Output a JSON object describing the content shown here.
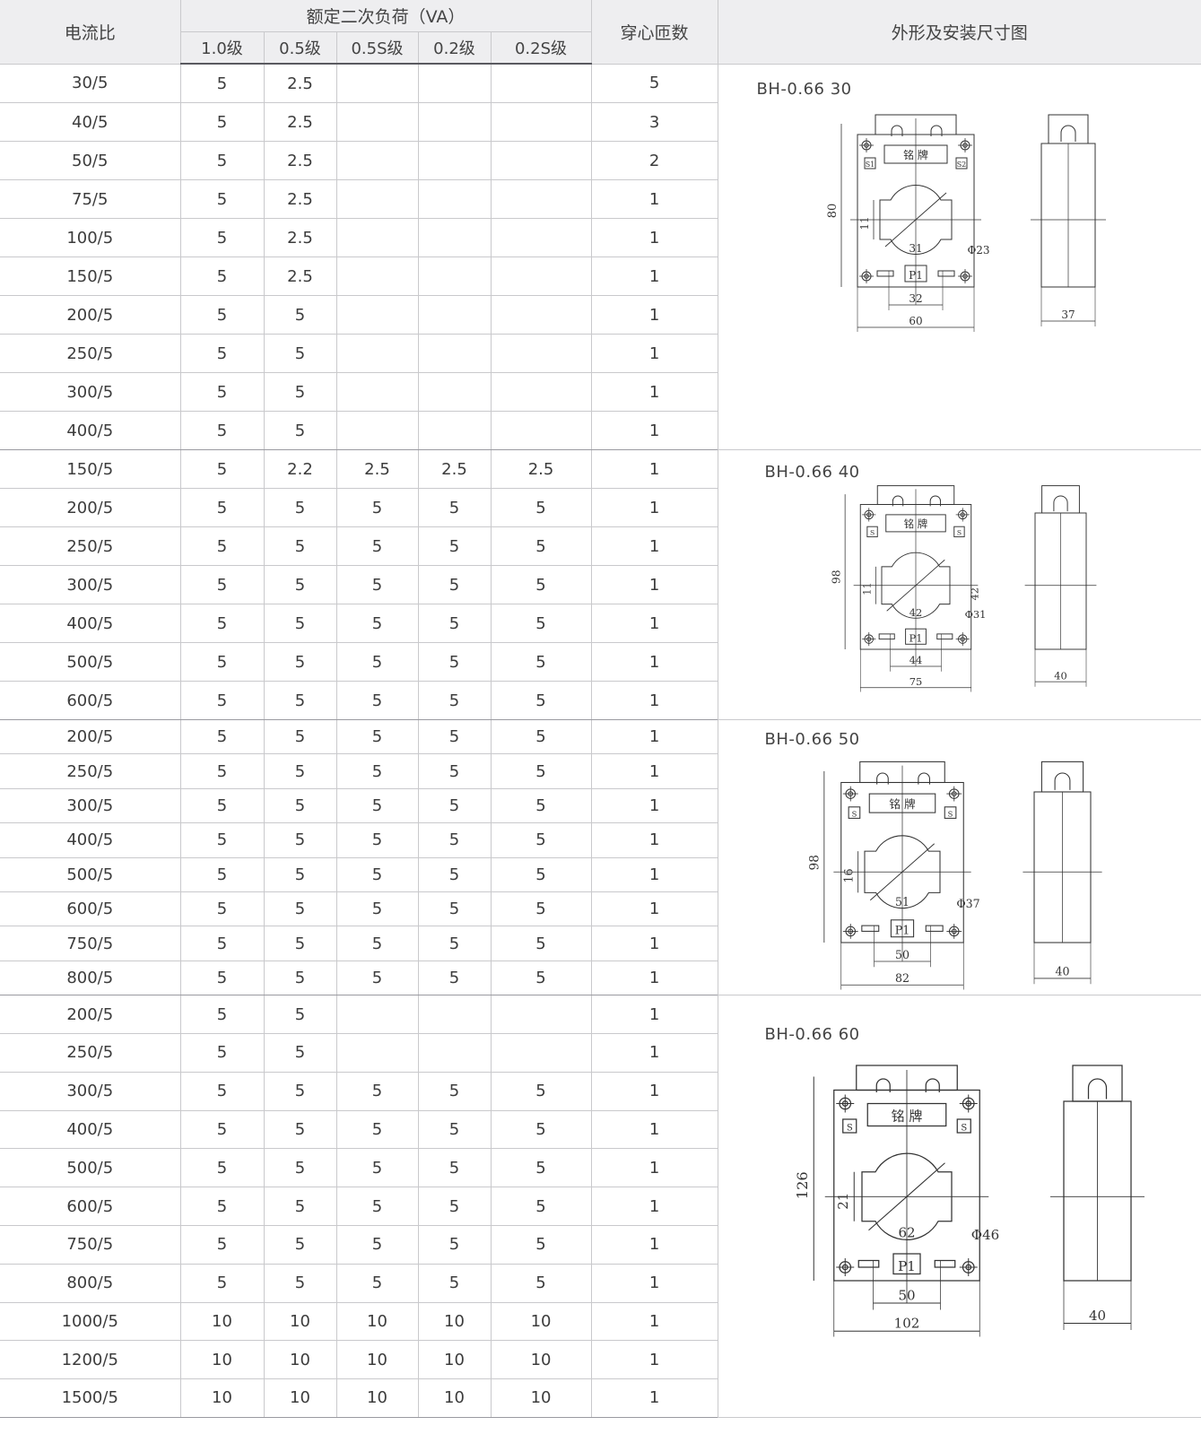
{
  "header": {
    "ratio": "电流比",
    "burden": "额定二次负荷（VA）",
    "classes": [
      "1.0级",
      "0.5级",
      "0.5S级",
      "0.2级",
      "0.2S级"
    ],
    "turns": "穿心匝数",
    "dims": "外形及安装尺寸图"
  },
  "groups": [
    {
      "model": "BH-0.66 30",
      "rows": [
        [
          "30/5",
          "5",
          "2.5",
          "",
          "",
          "",
          "5"
        ],
        [
          "40/5",
          "5",
          "2.5",
          "",
          "",
          "",
          "3"
        ],
        [
          "50/5",
          "5",
          "2.5",
          "",
          "",
          "",
          "2"
        ],
        [
          "75/5",
          "5",
          "2.5",
          "",
          "",
          "",
          "1"
        ],
        [
          "100/5",
          "5",
          "2.5",
          "",
          "",
          "",
          "1"
        ],
        [
          "150/5",
          "5",
          "2.5",
          "",
          "",
          "",
          "1"
        ],
        [
          "200/5",
          "5",
          "5",
          "",
          "",
          "",
          "1"
        ],
        [
          "250/5",
          "5",
          "5",
          "",
          "",
          "",
          "1"
        ],
        [
          "300/5",
          "5",
          "5",
          "",
          "",
          "",
          "1"
        ],
        [
          "400/5",
          "5",
          "5",
          "",
          "",
          "",
          "1"
        ]
      ],
      "dims": {
        "height": "80",
        "window": "11",
        "slot": "31",
        "hole": "Φ23",
        "mount": "32",
        "width": "60",
        "depth": "37",
        "plate": "铭 牌",
        "s1": "S1",
        "s2": "S2",
        "p1": "P1"
      }
    },
    {
      "model": "BH-0.66 40",
      "rows": [
        [
          "150/5",
          "5",
          "2.2",
          "2.5",
          "2.5",
          "2.5",
          "1"
        ],
        [
          "200/5",
          "5",
          "5",
          "5",
          "5",
          "5",
          "1"
        ],
        [
          "250/5",
          "5",
          "5",
          "5",
          "5",
          "5",
          "1"
        ],
        [
          "300/5",
          "5",
          "5",
          "5",
          "5",
          "5",
          "1"
        ],
        [
          "400/5",
          "5",
          "5",
          "5",
          "5",
          "5",
          "1"
        ],
        [
          "500/5",
          "5",
          "5",
          "5",
          "5",
          "5",
          "1"
        ],
        [
          "600/5",
          "5",
          "5",
          "5",
          "5",
          "5",
          "1"
        ]
      ],
      "dims": {
        "height": "98",
        "window": "11",
        "slot": "42",
        "hole": "Φ31",
        "side": "42",
        "mount": "44",
        "width": "75",
        "depth": "40",
        "plate": "铭 牌",
        "s1": "S",
        "s2": "S",
        "p1": "P1"
      }
    },
    {
      "model": "BH-0.66 50",
      "rows": [
        [
          "200/5",
          "5",
          "5",
          "5",
          "5",
          "5",
          "1"
        ],
        [
          "250/5",
          "5",
          "5",
          "5",
          "5",
          "5",
          "1"
        ],
        [
          "300/5",
          "5",
          "5",
          "5",
          "5",
          "5",
          "1"
        ],
        [
          "400/5",
          "5",
          "5",
          "5",
          "5",
          "5",
          "1"
        ],
        [
          "500/5",
          "5",
          "5",
          "5",
          "5",
          "5",
          "1"
        ],
        [
          "600/5",
          "5",
          "5",
          "5",
          "5",
          "5",
          "1"
        ],
        [
          "750/5",
          "5",
          "5",
          "5",
          "5",
          "5",
          "1"
        ],
        [
          "800/5",
          "5",
          "5",
          "5",
          "5",
          "5",
          "1"
        ]
      ],
      "dims": {
        "height": "98",
        "window": "16",
        "slot": "51",
        "hole": "Φ37",
        "mount": "50",
        "width": "82",
        "depth": "40",
        "plate": "铭 牌",
        "s1": "S",
        "s2": "S",
        "p1": "P1"
      }
    },
    {
      "model": "BH-0.66 60",
      "rows": [
        [
          "200/5",
          "5",
          "5",
          "",
          "",
          "",
          "1"
        ],
        [
          "250/5",
          "5",
          "5",
          "",
          "",
          "",
          "1"
        ],
        [
          "300/5",
          "5",
          "5",
          "5",
          "5",
          "5",
          "1"
        ],
        [
          "400/5",
          "5",
          "5",
          "5",
          "5",
          "5",
          "1"
        ],
        [
          "500/5",
          "5",
          "5",
          "5",
          "5",
          "5",
          "1"
        ],
        [
          "600/5",
          "5",
          "5",
          "5",
          "5",
          "5",
          "1"
        ],
        [
          "750/5",
          "5",
          "5",
          "5",
          "5",
          "5",
          "1"
        ],
        [
          "800/5",
          "5",
          "5",
          "5",
          "5",
          "5",
          "1"
        ],
        [
          "1000/5",
          "10",
          "10",
          "10",
          "10",
          "10",
          "1"
        ],
        [
          "1200/5",
          "10",
          "10",
          "10",
          "10",
          "10",
          "1"
        ],
        [
          "1500/5",
          "10",
          "10",
          "10",
          "10",
          "10",
          "1"
        ]
      ],
      "dims": {
        "height": "126",
        "window": "21",
        "slot": "62",
        "hole": "Φ46",
        "mount": "50",
        "width": "102",
        "depth": "40",
        "plate": "铭 牌",
        "s1": "S",
        "s2": "S",
        "p1": "P1"
      }
    }
  ]
}
